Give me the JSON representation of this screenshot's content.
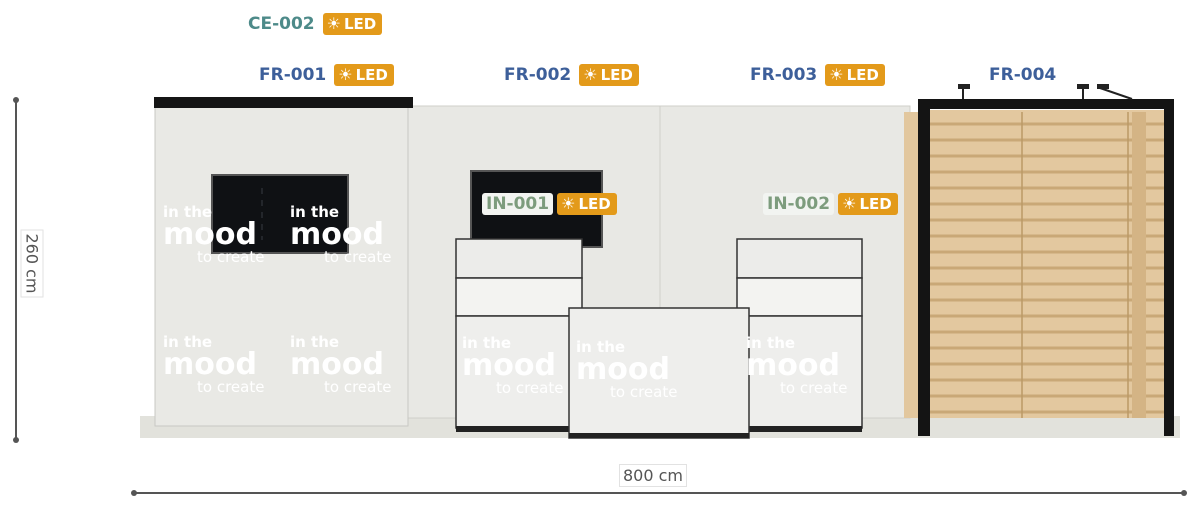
{
  "dimensions": {
    "height": "260 cm",
    "width": "800 cm"
  },
  "tags": [
    {
      "code": "CE-002",
      "type": "ce",
      "led": true
    },
    {
      "code": "FR-001",
      "type": "fr",
      "led": true
    },
    {
      "code": "FR-002",
      "type": "fr",
      "led": true
    },
    {
      "code": "FR-003",
      "type": "fr",
      "led": true
    },
    {
      "code": "FR-004",
      "type": "fr",
      "led": false
    },
    {
      "code": "IN-001",
      "type": "in",
      "led": true
    },
    {
      "code": "IN-002",
      "type": "in",
      "led": true
    }
  ],
  "led_label": "LED",
  "led_icon": "sun-icon",
  "branding": {
    "intro": "in the",
    "word": "mood",
    "tagline": "to create"
  },
  "colors": {
    "fr_code": "#3d5f9a",
    "ce_code": "#4d8a89",
    "in_code": "#7d9c7d",
    "led_badge": "#e39a1a",
    "wall": "#e8e8e4",
    "slat": "#e2c79e"
  }
}
